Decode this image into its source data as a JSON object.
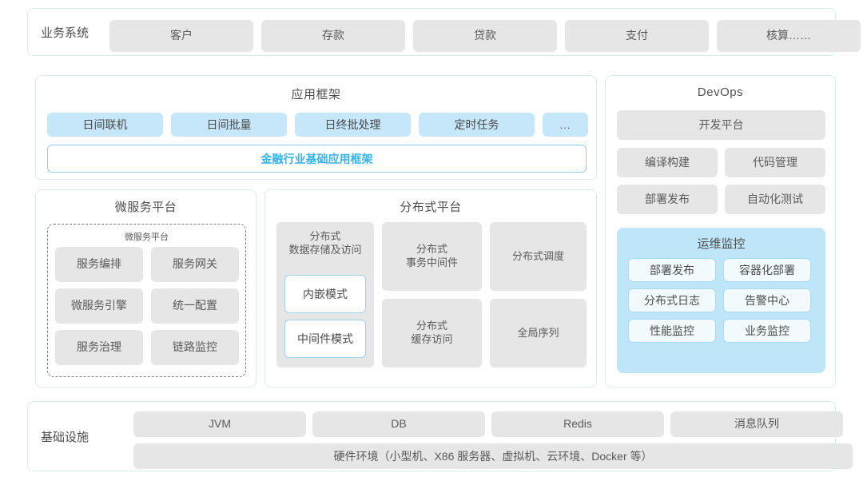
{
  "business": {
    "label": "业务系统",
    "items": [
      "客户",
      "存款",
      "贷款",
      "支付",
      "核算……"
    ]
  },
  "app_framework": {
    "title": "应用框架",
    "items": [
      "日间联机",
      "日间批量",
      "日终批处理",
      "定时任务",
      "..."
    ],
    "foundation": "金融行业基础应用框架",
    "accent_color": "#33b3e6"
  },
  "micro_platform": {
    "title": "微服务平台",
    "inner_title": "微服务平台",
    "items": [
      "服务编排",
      "服务网关",
      "微服务引擎",
      "统一配置",
      "服务治理",
      "链路监控"
    ]
  },
  "dist_platform": {
    "title": "分布式平台",
    "storage": {
      "label": "分布式\n数据存储及访问",
      "label_line1": "分布式",
      "label_line2": "数据存储及访问",
      "modes": [
        "内嵌模式",
        "中间件模式"
      ]
    },
    "tx_middleware_line1": "分布式",
    "tx_middleware_line2": "事务中间件",
    "scheduler": "分布式调度",
    "cache_line1": "分布式",
    "cache_line2": "缓存访问",
    "sequence": "全局序列"
  },
  "devops": {
    "title": "DevOps",
    "platform": "开发平台",
    "items": [
      "编译构建",
      "代码管理",
      "部署发布",
      "自动化测试"
    ],
    "ops_monitor": {
      "title": "运维监控",
      "bg_color": "#bfe5f8",
      "items": [
        "部署发布",
        "容器化部署",
        "分布式日志",
        "告警中心",
        "性能监控",
        "业务监控"
      ]
    }
  },
  "infrastructure": {
    "label": "基础设施",
    "items": [
      "JVM",
      "DB",
      "Redis",
      "消息队列"
    ],
    "hardware": "硬件环境（小型机、X86 服务器、虚拟机、云环境、Docker 等）"
  },
  "colors": {
    "panel_border": "#d9ecef",
    "grey_chip": "#e6e6e6",
    "blue_chip": "#c6e6fa",
    "outline_blue": "#9ed4ef"
  }
}
